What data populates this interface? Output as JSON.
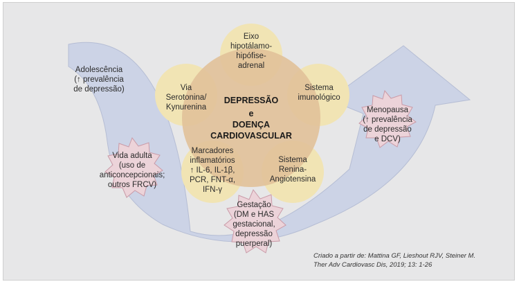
{
  "colors": {
    "background": "#e7e7e8",
    "arrow_fill": "#ccd3e6",
    "arrow_stroke": "#b5bdd4",
    "center_circle": "#e2c29a",
    "outer_circles": "#f1e4b4",
    "starburst": "#ecd3d9",
    "starburst_edge": "#c99aa7"
  },
  "center": {
    "line1": "DEPRESSÃO",
    "line2": "e",
    "line3": "DOENÇA\nCARDIOVASCULAR"
  },
  "outer_circles": [
    {
      "id": "hpa",
      "label": "Eixo\nhipotálamo-\nhipófise-\nadrenal"
    },
    {
      "id": "immune",
      "label": "Sistema\nimunológico"
    },
    {
      "id": "renin",
      "label": "Sistema\nRenina-\nAngiotensina"
    },
    {
      "id": "inflammatory",
      "label": "Marcadores\ninflamatórios\n↑ IL-6, IL-1β,\nPCR, FNT-α,\nIFN-γ"
    },
    {
      "id": "serotonin",
      "label": "Via\nSerotonina/\nKynurenina"
    }
  ],
  "life_stages": {
    "adolescence": "Adolescência\n(↑ prevalência\nde depressão)",
    "adult": "Vida adulta\n(uso de\nanticoncepcionais;\noutros FRCV)",
    "pregnancy": "Gestação\n(DM e HAS\ngestacional,\ndepressão\npuerperal)",
    "menopause": "Menopausa\n(↑ prevalência\nde depressão\ne DCV)"
  },
  "credit": "Criado a partir de: Mattina GF, Lieshout RJV, Steiner M.\nTher Adv Cardiovasc Dis, 2019; 13: 1-26"
}
